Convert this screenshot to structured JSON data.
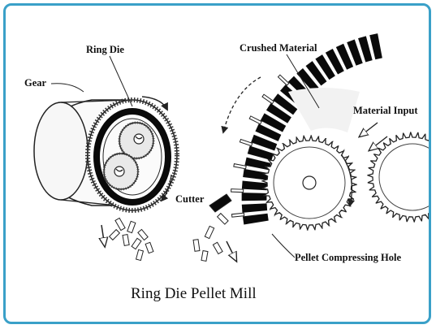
{
  "diagram": {
    "caption": "Ring Die Pellet Mill",
    "labels": {
      "gear": "Gear",
      "ring_die": "Ring Die",
      "cutter": "Cutter",
      "crushed_material": "Crushed Material",
      "material_input": "Material Input",
      "pellet_compressing_hole": "Pellet Compressing Hole"
    },
    "colors": {
      "frame_border": "#3aa0c8",
      "ink": "#111111",
      "background": "#ffffff"
    }
  }
}
